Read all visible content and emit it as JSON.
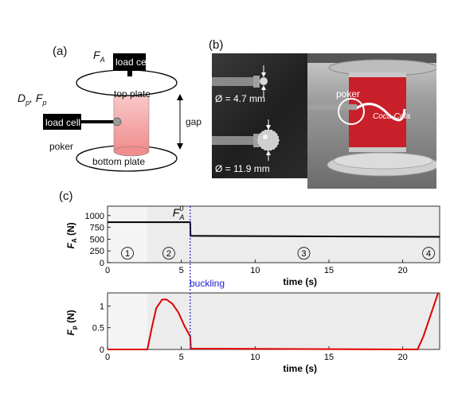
{
  "panel_a": {
    "label": "(a)",
    "top_force": "F",
    "top_force_sub": "A",
    "left_force_1": "D",
    "left_force_1_sub": "p",
    "left_force_2": "F",
    "left_force_2_sub": "p",
    "load_cell_top": "load cell",
    "load_cell_side": "load cell",
    "top_plate": "top plate",
    "bottom_plate": "bottom plate",
    "poker": "poker",
    "gap": "gap",
    "colors": {
      "can_gradient_top": "#f6c7c7",
      "can_gradient_bottom": "#ef8f8f",
      "load_cell": "#000000"
    }
  },
  "panel_b": {
    "label": "(b)",
    "diam_small": "Ø = 4.7 mm",
    "diam_large": "Ø = 11.9 mm",
    "poker_label": "poker"
  },
  "panel_c": {
    "label": "(c)",
    "chart_data": [
      {
        "type": "line",
        "ylabel": "F",
        "ylabel_sub": "A",
        "ylabel_unit": " (N)",
        "xlabel": "time (s)",
        "xlim": [
          0,
          22.5
        ],
        "ylim": [
          0,
          1200
        ],
        "xticks": [
          0,
          5,
          10,
          15,
          20
        ],
        "yticks": [
          0,
          250,
          500,
          750,
          1000
        ],
        "series": [
          {
            "color": "#000000",
            "points": [
              [
                0,
                860
              ],
              [
                5.6,
                860
              ],
              [
                5.62,
                570
              ],
              [
                22.5,
                550
              ]
            ]
          }
        ],
        "annotation": {
          "text": "F",
          "sub": "A",
          "sup": "0",
          "x": 5.6
        },
        "phases": [
          {
            "label": "1",
            "x_from": 0,
            "x_to": 2.7
          },
          {
            "label": "2",
            "x_from": 2.7,
            "x_to": 5.6
          },
          {
            "label": "3",
            "x_from": 5.6,
            "x_to": 21.0
          },
          {
            "label": "4",
            "x_from": 21.0,
            "x_to": 22.5
          }
        ]
      },
      {
        "type": "line",
        "ylabel": "F",
        "ylabel_sub": "p",
        "ylabel_unit": " (N)",
        "xlabel": "time (s)",
        "xlim": [
          0,
          22.5
        ],
        "ylim": [
          0,
          1.3
        ],
        "xticks": [
          0,
          5,
          10,
          15,
          20
        ],
        "yticks": [
          0,
          0.5,
          1
        ],
        "series": [
          {
            "color": "#e00000",
            "points": [
              [
                0,
                0
              ],
              [
                2.7,
                0
              ],
              [
                3.0,
                0.5
              ],
              [
                3.3,
                0.95
              ],
              [
                3.7,
                1.15
              ],
              [
                4.0,
                1.15
              ],
              [
                4.4,
                1.05
              ],
              [
                4.8,
                0.85
              ],
              [
                5.2,
                0.55
              ],
              [
                5.6,
                0.3
              ],
              [
                5.65,
                0.02
              ],
              [
                21.0,
                0.0
              ],
              [
                21.4,
                0.3
              ],
              [
                22.0,
                0.9
              ],
              [
                22.4,
                1.3
              ]
            ]
          }
        ]
      }
    ],
    "buckling_label": "buckling",
    "phase_colors": {
      "shade": "#ececec",
      "phase1": "#f4f4f4",
      "dashed": "#2222cc"
    }
  }
}
